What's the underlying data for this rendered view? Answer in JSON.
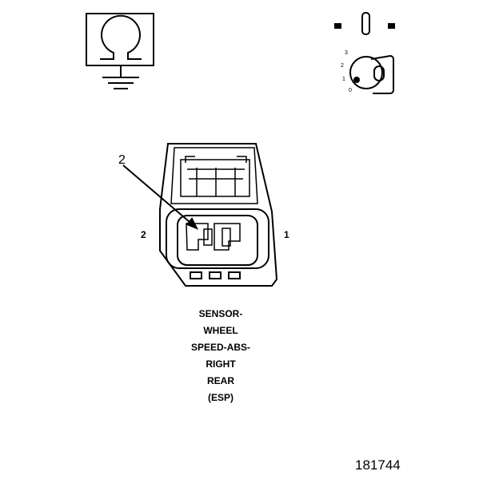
{
  "ignition_key": {
    "positions": [
      "3",
      "2",
      "1",
      "0"
    ]
  },
  "connector": {
    "callout": "2",
    "pin_left": "2",
    "pin_right": "1"
  },
  "caption": {
    "lines": [
      "SENSOR-",
      "WHEEL",
      "SPEED-ABS-",
      "RIGHT",
      "REAR",
      "(ESP)"
    ]
  },
  "figure_number": "181744"
}
